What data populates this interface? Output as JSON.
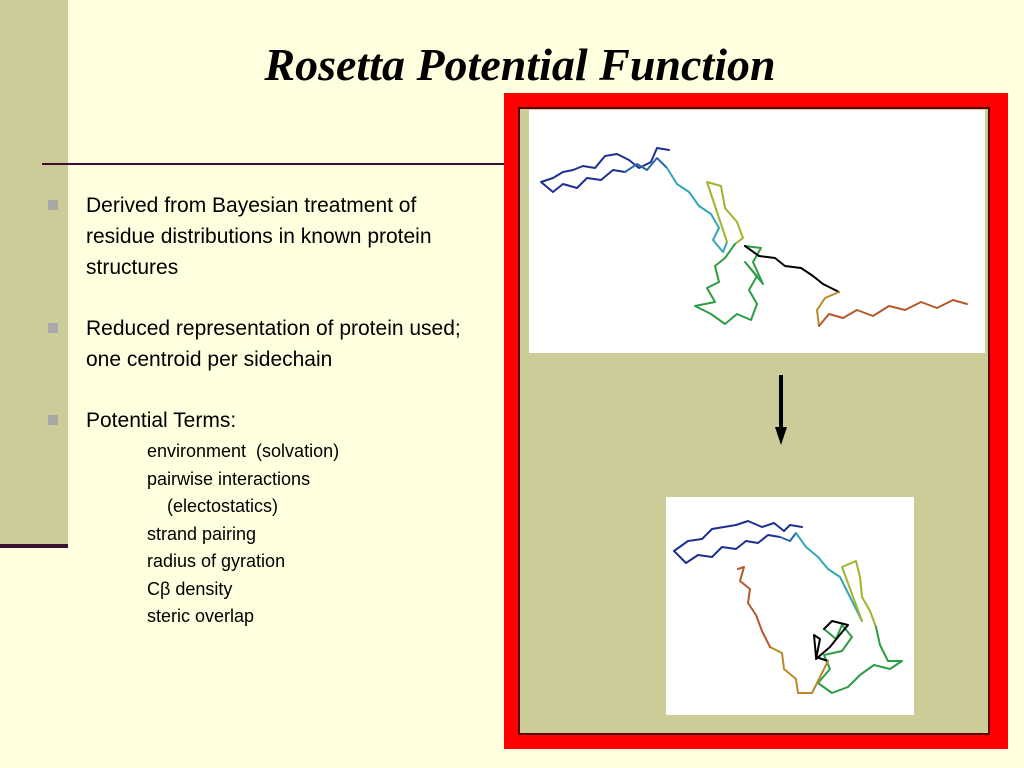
{
  "slide": {
    "title": "Rosetta Potential Function",
    "bullets": [
      {
        "text": "Derived from Bayesian treatment of residue distributions in known protein structures"
      },
      {
        "text": "Reduced representation of protein used; one centroid per sidechain"
      },
      {
        "text": "Potential Terms:"
      }
    ],
    "potential_terms": [
      "environment  (solvation)",
      "pairwise interactions",
      "    (electostatics)",
      "strand pairing",
      "radius of gyration",
      "Cβ density",
      "steric overlap"
    ]
  },
  "colors": {
    "background": "#ffffe0",
    "side_band": "#cccc99",
    "panel_border": "#ff0000",
    "panel_fill": "#cccc99",
    "chain": [
      "#1f2f8f",
      "#2a66a8",
      "#32a7b8",
      "#9fb52a",
      "#2d9d45",
      "#000000",
      "#b88a2a",
      "#b5582a"
    ]
  }
}
